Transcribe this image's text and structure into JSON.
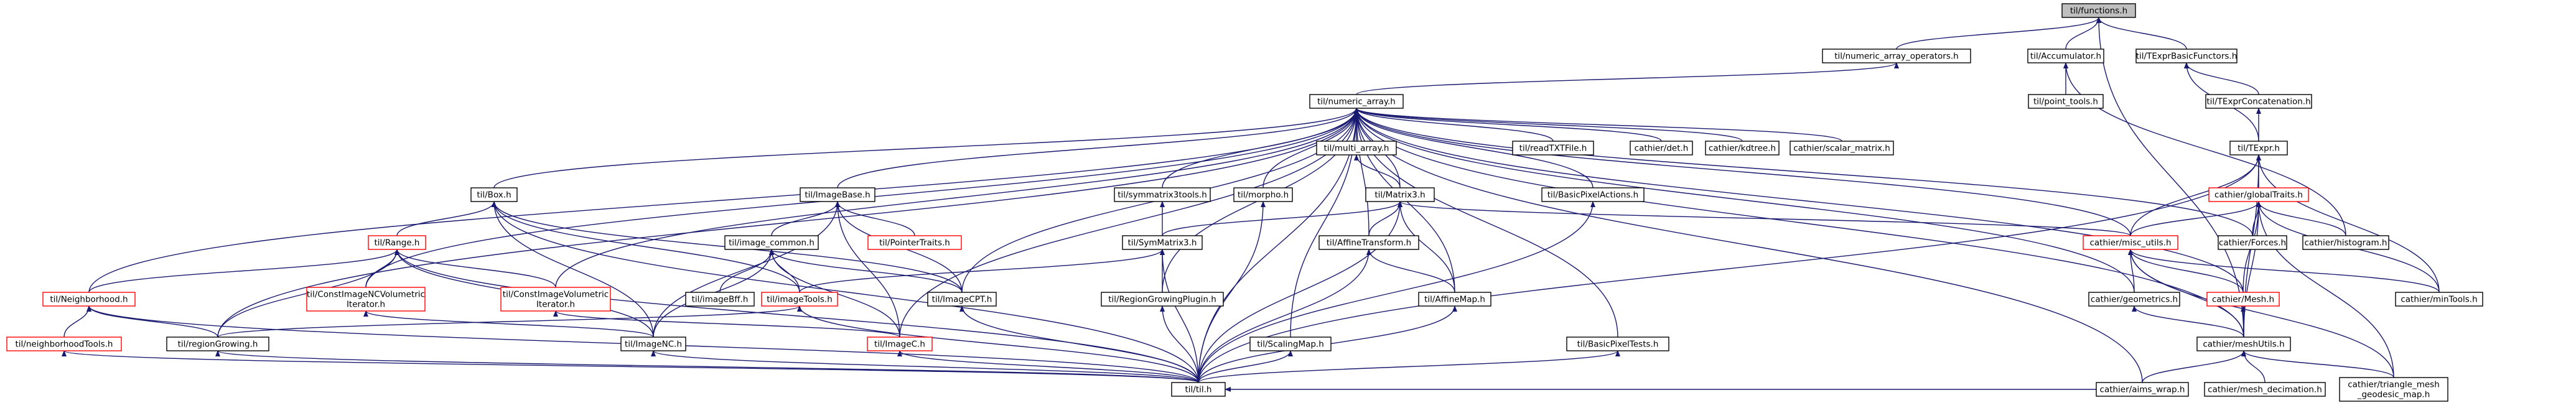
{
  "colors": {
    "edge": "#191970",
    "node_border_normal": "#000000",
    "node_border_truncated": "#ff0000",
    "node_fill": "#ffffff",
    "node_fill_root": "#bfbfbf",
    "text": "#000000"
  },
  "nodes": [
    {
      "id": "functions",
      "lines": [
        "til/functions.h"
      ],
      "root": true,
      "truncated": false
    },
    {
      "id": "numeric_array_operators",
      "lines": [
        "til/numeric_array_operators.h"
      ],
      "truncated": false
    },
    {
      "id": "accumulator",
      "lines": [
        "til/Accumulator.h"
      ],
      "truncated": false
    },
    {
      "id": "texpr_basic_functors",
      "lines": [
        "til/TExprBasicFunctors.h"
      ],
      "truncated": false
    },
    {
      "id": "numeric_array",
      "lines": [
        "til/numeric_array.h"
      ],
      "truncated": false
    },
    {
      "id": "point_tools",
      "lines": [
        "til/point_tools.h"
      ],
      "truncated": false
    },
    {
      "id": "texpr_concatenation",
      "lines": [
        "til/TExprConcatenation.h"
      ],
      "truncated": false
    },
    {
      "id": "texpr",
      "lines": [
        "til/TExpr.h"
      ],
      "truncated": false
    },
    {
      "id": "multi_array",
      "lines": [
        "til/multi_array.h"
      ],
      "truncated": false
    },
    {
      "id": "readtxtfile",
      "lines": [
        "til/readTXTFile.h"
      ],
      "truncated": false
    },
    {
      "id": "cathier_det",
      "lines": [
        "cathier/det.h"
      ],
      "truncated": false
    },
    {
      "id": "cathier_kdtree",
      "lines": [
        "cathier/kdtree.h"
      ],
      "truncated": false
    },
    {
      "id": "cathier_scalar_matrix",
      "lines": [
        "cathier/scalar_matrix.h"
      ],
      "truncated": false
    },
    {
      "id": "box",
      "lines": [
        "til/Box.h"
      ],
      "truncated": false
    },
    {
      "id": "imagebase",
      "lines": [
        "til/ImageBase.h"
      ],
      "truncated": false
    },
    {
      "id": "symmatrix3tools",
      "lines": [
        "til/symmatrix3tools.h"
      ],
      "truncated": false
    },
    {
      "id": "morpho",
      "lines": [
        "til/morpho.h"
      ],
      "truncated": false
    },
    {
      "id": "matrix3",
      "lines": [
        "til/Matrix3.h"
      ],
      "truncated": false
    },
    {
      "id": "basicpixelactions",
      "lines": [
        "til/BasicPixelActions.h"
      ],
      "truncated": false
    },
    {
      "id": "cathier_globaltraits",
      "lines": [
        "cathier/globalTraits.h"
      ],
      "truncated": true
    },
    {
      "id": "range",
      "lines": [
        "til/Range.h"
      ],
      "truncated": true
    },
    {
      "id": "image_common",
      "lines": [
        "til/image_common.h"
      ],
      "truncated": false
    },
    {
      "id": "pointertraits",
      "lines": [
        "til/PointerTraits.h"
      ],
      "truncated": true
    },
    {
      "id": "symmatrix3",
      "lines": [
        "til/SymMatrix3.h"
      ],
      "truncated": false
    },
    {
      "id": "affinetransform",
      "lines": [
        "til/AffineTransform.h"
      ],
      "truncated": false
    },
    {
      "id": "cathier_misc_utils",
      "lines": [
        "cathier/misc_utils.h"
      ],
      "truncated": true
    },
    {
      "id": "cathier_forces",
      "lines": [
        "cathier/Forces.h"
      ],
      "truncated": false
    },
    {
      "id": "cathier_histogram",
      "lines": [
        "cathier/histogram.h"
      ],
      "truncated": false
    },
    {
      "id": "neighborhood",
      "lines": [
        "til/Neighborhood.h"
      ],
      "truncated": true
    },
    {
      "id": "constimagencvolumetric",
      "lines": [
        "til/ConstImageNCVolumetric",
        "Iterator.h"
      ],
      "truncated": true
    },
    {
      "id": "constimagevolumetric",
      "lines": [
        "til/ConstImageVolumetric",
        "Iterator.h"
      ],
      "truncated": true
    },
    {
      "id": "imagebff",
      "lines": [
        "til/imageBff.h"
      ],
      "truncated": false
    },
    {
      "id": "imagetools",
      "lines": [
        "til/imageTools.h"
      ],
      "truncated": true
    },
    {
      "id": "imagecpt",
      "lines": [
        "til/ImageCPT.h"
      ],
      "truncated": false
    },
    {
      "id": "regiongrowingplugin",
      "lines": [
        "til/RegionGrowingPlugin.h"
      ],
      "truncated": false
    },
    {
      "id": "affinemap",
      "lines": [
        "til/AffineMap.h"
      ],
      "truncated": false
    },
    {
      "id": "cathier_geometrics",
      "lines": [
        "cathier/geometrics.h"
      ],
      "truncated": false
    },
    {
      "id": "cathier_mesh",
      "lines": [
        "cathier/Mesh.h"
      ],
      "truncated": true
    },
    {
      "id": "cathier_mintools",
      "lines": [
        "cathier/minTools.h"
      ],
      "truncated": false
    },
    {
      "id": "neighborhoodtools",
      "lines": [
        "til/neighborhoodTools.h"
      ],
      "truncated": true
    },
    {
      "id": "regiongrowing",
      "lines": [
        "til/regionGrowing.h"
      ],
      "truncated": false
    },
    {
      "id": "imagenc",
      "lines": [
        "til/ImageNC.h"
      ],
      "truncated": false
    },
    {
      "id": "imagec",
      "lines": [
        "til/ImageC.h"
      ],
      "truncated": true
    },
    {
      "id": "scalingmap",
      "lines": [
        "til/ScalingMap.h"
      ],
      "truncated": false
    },
    {
      "id": "basicpixeltests",
      "lines": [
        "til/BasicPixelTests.h"
      ],
      "truncated": false
    },
    {
      "id": "cathier_meshutils",
      "lines": [
        "cathier/meshUtils.h"
      ],
      "truncated": false
    },
    {
      "id": "til",
      "lines": [
        "til/til.h"
      ],
      "truncated": false
    },
    {
      "id": "cathier_aims_wrap",
      "lines": [
        "cathier/aims_wrap.h"
      ],
      "truncated": false
    },
    {
      "id": "cathier_mesh_decimation",
      "lines": [
        "cathier/mesh_decimation.h"
      ],
      "truncated": false
    },
    {
      "id": "cathier_triangle_mesh_geodesic_map",
      "lines": [
        "cathier/triangle_mesh",
        "_geodesic_map.h"
      ],
      "truncated": false
    }
  ],
  "edges": [
    [
      "numeric_array_operators",
      "functions"
    ],
    [
      "accumulator",
      "functions"
    ],
    [
      "texpr_basic_functors",
      "functions"
    ],
    [
      "cathier_meshutils",
      "functions"
    ],
    [
      "numeric_array",
      "numeric_array_operators"
    ],
    [
      "point_tools",
      "accumulator"
    ],
    [
      "cathier_histogram",
      "accumulator"
    ],
    [
      "texpr_concatenation",
      "texpr_basic_functors"
    ],
    [
      "texpr",
      "texpr_basic_functors"
    ],
    [
      "texpr",
      "texpr_concatenation"
    ],
    [
      "cathier_globaltraits",
      "texpr"
    ],
    [
      "cathier_misc_utils",
      "texpr"
    ],
    [
      "cathier_mintools",
      "texpr"
    ],
    [
      "cathier_meshutils",
      "texpr"
    ],
    [
      "til",
      "texpr"
    ],
    [
      "multi_array",
      "numeric_array"
    ],
    [
      "readtxtfile",
      "numeric_array"
    ],
    [
      "cathier_det",
      "numeric_array"
    ],
    [
      "cathier_kdtree",
      "numeric_array"
    ],
    [
      "cathier_scalar_matrix",
      "numeric_array"
    ],
    [
      "box",
      "numeric_array"
    ],
    [
      "imagebase",
      "numeric_array"
    ],
    [
      "symmatrix3tools",
      "numeric_array"
    ],
    [
      "morpho",
      "numeric_array"
    ],
    [
      "matrix3",
      "numeric_array"
    ],
    [
      "basicpixelactions",
      "numeric_array"
    ],
    [
      "affinetransform",
      "numeric_array"
    ],
    [
      "neighborhood",
      "numeric_array"
    ],
    [
      "constimagencvolumetric",
      "numeric_array"
    ],
    [
      "constimagevolumetric",
      "numeric_array"
    ],
    [
      "imagecpt",
      "numeric_array"
    ],
    [
      "regiongrowingplugin",
      "numeric_array"
    ],
    [
      "affinemap",
      "numeric_array"
    ],
    [
      "cathier_geometrics",
      "numeric_array"
    ],
    [
      "cathier_mesh",
      "numeric_array"
    ],
    [
      "cathier_misc_utils",
      "numeric_array"
    ],
    [
      "cathier_forces",
      "numeric_array"
    ],
    [
      "regiongrowing",
      "numeric_array"
    ],
    [
      "imagec",
      "numeric_array"
    ],
    [
      "scalingmap",
      "numeric_array"
    ],
    [
      "basicpixeltests",
      "numeric_array"
    ],
    [
      "cathier_meshutils",
      "numeric_array"
    ],
    [
      "cathier_aims_wrap",
      "numeric_array"
    ],
    [
      "til",
      "numeric_array"
    ],
    [
      "matrix3",
      "multi_array"
    ],
    [
      "range",
      "box"
    ],
    [
      "imagetools",
      "box"
    ],
    [
      "imagenc",
      "box"
    ],
    [
      "imagecpt",
      "box"
    ],
    [
      "til",
      "box"
    ],
    [
      "image_common",
      "imagebase"
    ],
    [
      "pointertraits",
      "imagebase"
    ],
    [
      "imagecpt",
      "imagebase"
    ],
    [
      "imagec",
      "imagebase"
    ],
    [
      "imagenc",
      "imagebase"
    ],
    [
      "symmatrix3",
      "symmatrix3tools"
    ],
    [
      "til",
      "morpho"
    ],
    [
      "symmatrix3",
      "matrix3"
    ],
    [
      "affinetransform",
      "matrix3"
    ],
    [
      "affinemap",
      "matrix3"
    ],
    [
      "cathier_misc_utils",
      "matrix3"
    ],
    [
      "til",
      "matrix3"
    ],
    [
      "til",
      "basicpixelactions"
    ],
    [
      "cathier_misc_utils",
      "cathier_globaltraits"
    ],
    [
      "cathier_forces",
      "cathier_globaltraits"
    ],
    [
      "cathier_histogram",
      "cathier_globaltraits"
    ],
    [
      "cathier_mesh",
      "cathier_globaltraits"
    ],
    [
      "cathier_mintools",
      "cathier_globaltraits"
    ],
    [
      "cathier_meshutils",
      "cathier_globaltraits"
    ],
    [
      "cathier_triangle_mesh_geodesic_map",
      "cathier_globaltraits"
    ],
    [
      "neighborhood",
      "range"
    ],
    [
      "constimagencvolumetric",
      "range"
    ],
    [
      "constimagevolumetric",
      "range"
    ],
    [
      "imagenc",
      "range"
    ],
    [
      "regiongrowing",
      "range"
    ],
    [
      "til",
      "range"
    ],
    [
      "imagebff",
      "image_common"
    ],
    [
      "imagetools",
      "image_common"
    ],
    [
      "imagecpt",
      "image_common"
    ],
    [
      "imagec",
      "image_common"
    ],
    [
      "imagenc",
      "image_common"
    ],
    [
      "imagetools",
      "symmatrix3"
    ],
    [
      "regiongrowingplugin",
      "symmatrix3"
    ],
    [
      "til",
      "symmatrix3"
    ],
    [
      "affinemap",
      "affinetransform"
    ],
    [
      "til",
      "affinetransform"
    ],
    [
      "cathier_geometrics",
      "cathier_misc_utils"
    ],
    [
      "cathier_mesh",
      "cathier_misc_utils"
    ],
    [
      "cathier_mintools",
      "cathier_misc_utils"
    ],
    [
      "cathier_meshutils",
      "cathier_misc_utils"
    ],
    [
      "cathier_triangle_mesh_geodesic_map",
      "cathier_misc_utils"
    ],
    [
      "neighborhoodtools",
      "neighborhood"
    ],
    [
      "regiongrowing",
      "neighborhood"
    ],
    [
      "til",
      "neighborhood"
    ],
    [
      "imagenc",
      "constimagencvolumetric"
    ],
    [
      "imagec",
      "constimagevolumetric"
    ],
    [
      "regiongrowing",
      "imagetools"
    ],
    [
      "til",
      "imagetools"
    ],
    [
      "til",
      "imagecpt"
    ],
    [
      "til",
      "regiongrowingplugin"
    ],
    [
      "til",
      "affinemap"
    ],
    [
      "cathier_meshutils",
      "cathier_geometrics"
    ],
    [
      "cathier_meshutils",
      "cathier_mesh"
    ],
    [
      "til",
      "neighborhoodtools"
    ],
    [
      "til",
      "regiongrowing"
    ],
    [
      "til",
      "imagenc"
    ],
    [
      "til",
      "imagec"
    ],
    [
      "til",
      "scalingmap"
    ],
    [
      "til",
      "basicpixeltests"
    ],
    [
      "cathier_aims_wrap",
      "cathier_meshutils"
    ],
    [
      "cathier_mesh_decimation",
      "cathier_meshutils"
    ],
    [
      "cathier_triangle_mesh_geodesic_map",
      "cathier_meshutils"
    ],
    [
      "cathier_aims_wrap",
      "til"
    ]
  ]
}
